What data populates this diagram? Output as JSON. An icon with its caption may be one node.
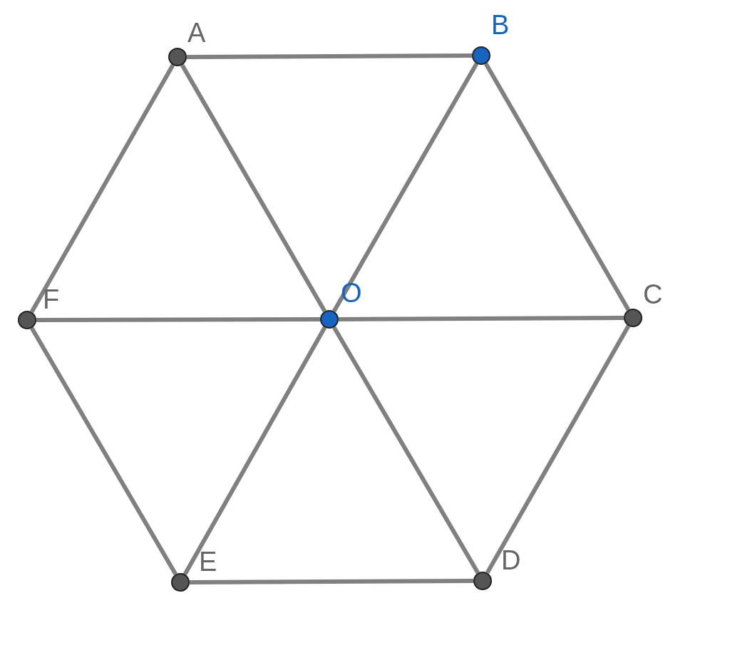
{
  "diagram": {
    "nodes": [
      {
        "text": [
          "A"
        ]
      },
      {
        "text": [
          "B"
        ]
      },
      {
        "text": [
          "C"
        ]
      },
      {
        "text": [
          "D"
        ]
      },
      {
        "text": [
          "E"
        ]
      },
      {
        "text": [
          "F"
        ]
      },
      {
        "text": [
          "O"
        ]
      }
    ],
    "edges": [
      {
        "from": 0,
        "to": 1,
        "arrow": "none"
      },
      {
        "from": 1,
        "to": 2,
        "arrow": "none"
      },
      {
        "from": 2,
        "to": 3,
        "arrow": "none"
      },
      {
        "from": 3,
        "to": 4,
        "arrow": "none"
      },
      {
        "from": 4,
        "to": 5,
        "arrow": "none"
      },
      {
        "from": 5,
        "to": 0,
        "arrow": "none"
      },
      {
        "from": 0,
        "to": 6,
        "arrow": "none"
      },
      {
        "from": 6,
        "to": 3,
        "arrow": "none"
      },
      {
        "from": 1,
        "to": 6,
        "arrow": "none"
      },
      {
        "from": 6,
        "to": 4,
        "arrow": "none"
      },
      {
        "from": 5,
        "to": 6,
        "arrow": "none"
      },
      {
        "from": 6,
        "to": 2,
        "arrow": "none"
      }
    ]
  }
}
